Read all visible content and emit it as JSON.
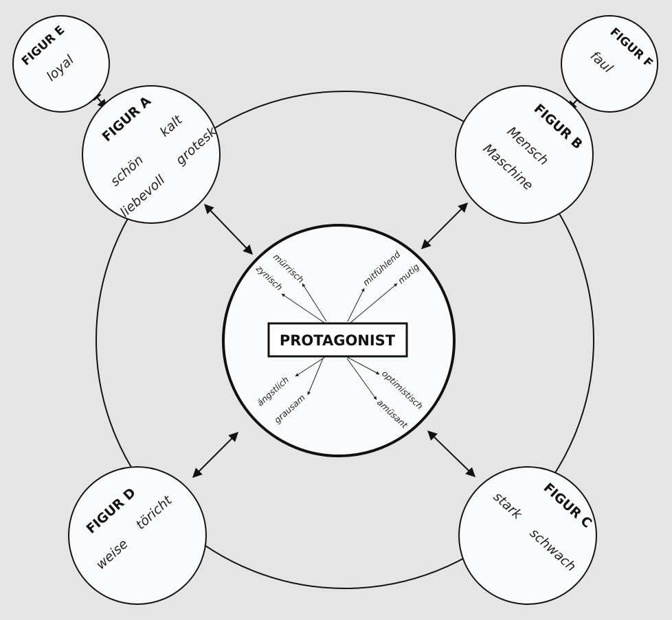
{
  "center": {
    "label": "PROTAGONIST"
  },
  "protagonist_traits": [
    "mürrisch",
    "zynisch",
    "mitfühlend",
    "mutig",
    "ängstlich",
    "grausam",
    "optimistisch",
    "amüsant"
  ],
  "figures": {
    "a": {
      "title": "FIGUR A",
      "traits": [
        "kalt",
        "schön",
        "grotesk",
        "liebevoll"
      ]
    },
    "b": {
      "title": "FIGUR B",
      "traits": [
        "Mensch",
        "Maschine"
      ]
    },
    "c": {
      "title": "FIGUR C",
      "traits": [
        "stark",
        "schwach"
      ]
    },
    "d": {
      "title": "FIGUR D",
      "traits": [
        "weise",
        "töricht"
      ]
    },
    "e": {
      "title": "FIGUR E",
      "traits": [
        "loyal"
      ]
    },
    "f": {
      "title": "FIGUR F",
      "traits": [
        "faul"
      ]
    }
  }
}
